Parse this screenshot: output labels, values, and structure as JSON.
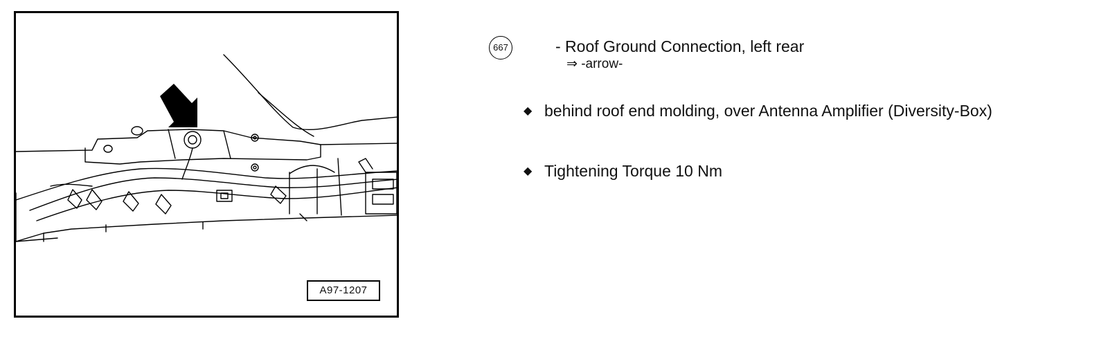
{
  "figure": {
    "label": "A97-1207"
  },
  "item": {
    "number": "667",
    "title": "- Roof Ground Connection, left rear",
    "reference": "⇒ -arrow-"
  },
  "bullets": [
    {
      "icon": "diamond-bullet-icon",
      "text": "behind roof end molding, over Antenna Amplifier (Diversity-Box)"
    },
    {
      "icon": "diamond-bullet-icon",
      "text": "Tightening Torque 10 Nm"
    }
  ]
}
